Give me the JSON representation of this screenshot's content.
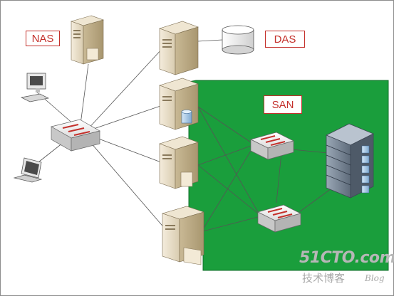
{
  "labels": {
    "nas": "NAS",
    "das": "DAS",
    "san": "SAN"
  },
  "watermark": {
    "main": "51CTO.com",
    "sub": "技术博客",
    "blog": "Blog"
  },
  "colors": {
    "san_zone": "#1a9e3c",
    "label_border": "#c4302b",
    "label_text": "#c4302b",
    "switch_arrows": "#c4302b",
    "server_body": "#e8ddc6",
    "storage_blue": "#9dc3e6"
  }
}
